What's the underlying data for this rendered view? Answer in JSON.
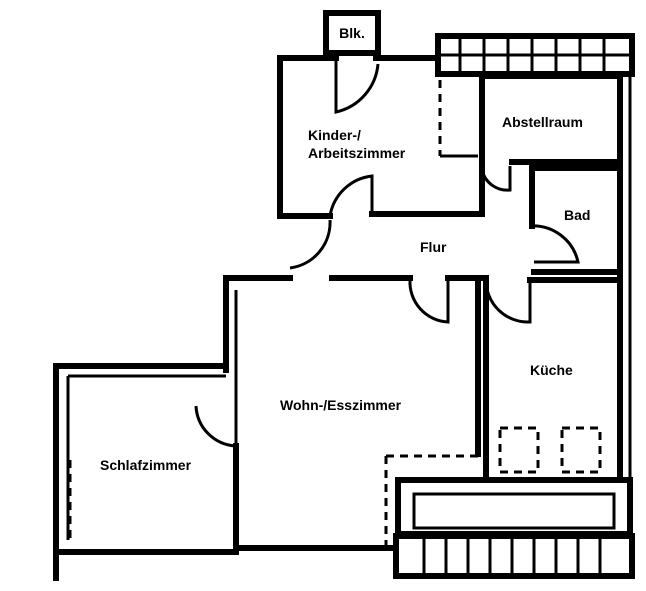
{
  "floorplan": {
    "rooms": [
      {
        "id": "balcony",
        "label": "Blk."
      },
      {
        "id": "kids",
        "label_lines": [
          "Kinder-/",
          "Arbeitszimmer"
        ]
      },
      {
        "id": "storage",
        "label": "Abstellraum"
      },
      {
        "id": "bath",
        "label": "Bad"
      },
      {
        "id": "hall",
        "label": "Flur"
      },
      {
        "id": "kitchen",
        "label": "Küche"
      },
      {
        "id": "living",
        "label": "Wohn-/Esszimmer"
      },
      {
        "id": "bedroom",
        "label": "Schlafzimmer"
      }
    ]
  }
}
